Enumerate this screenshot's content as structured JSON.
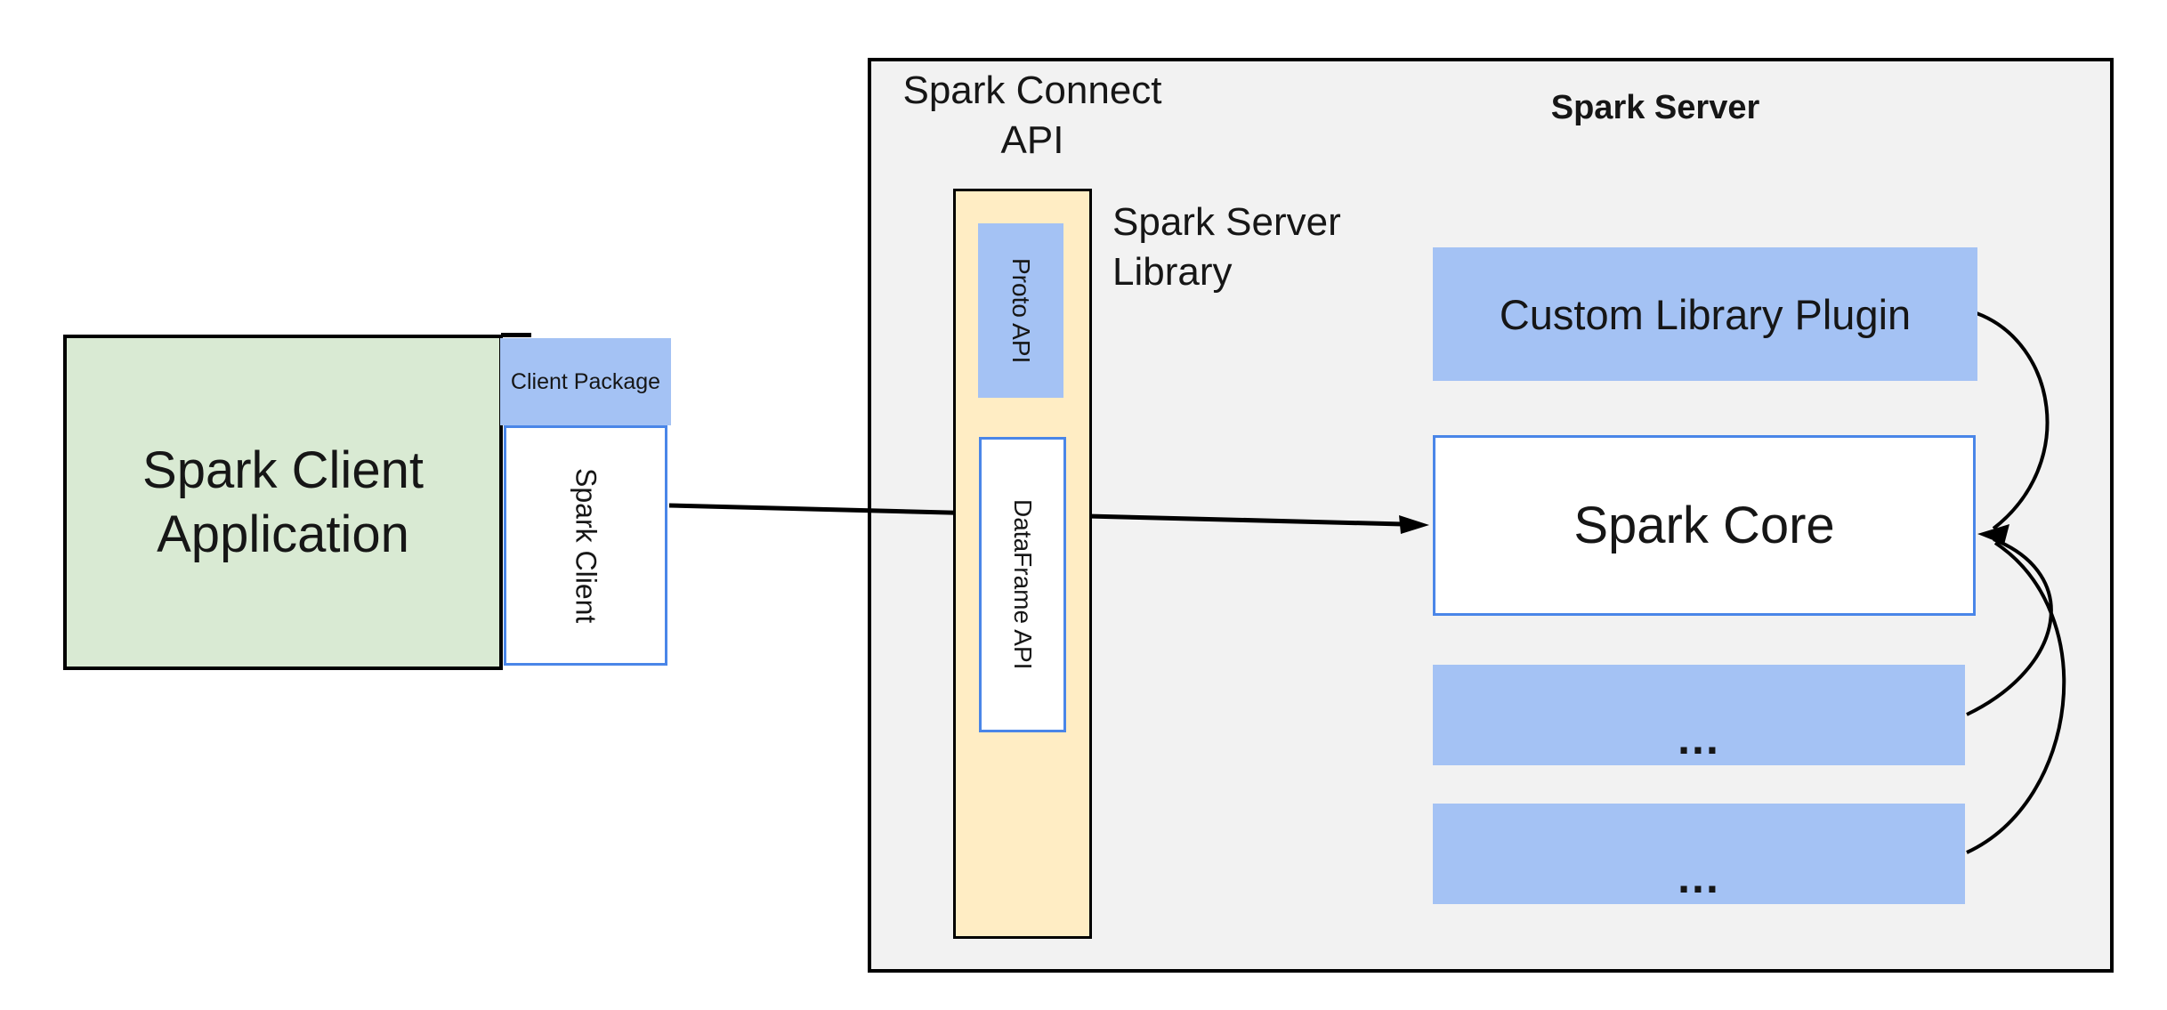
{
  "colors": {
    "green": "#d9ead3",
    "blue": "#a4c2f4",
    "blueBorder": "#4a86e8",
    "yellow": "#ffedc4",
    "gray": "#f2f2f2",
    "line": "#000000"
  },
  "client": {
    "application_label": "Spark Client Application",
    "package_label": "Client Package",
    "client_label": "Spark Client"
  },
  "connect": {
    "api_label": "Spark Connect API",
    "proto_label": "Proto API",
    "dataframe_label": "DataFrame API",
    "server_library_label": "Spark Server Library"
  },
  "server": {
    "title": "Spark Server",
    "plugin_label": "Custom Library Plugin",
    "core_label": "Spark Core",
    "module1_label": "...",
    "module2_label": "..."
  }
}
